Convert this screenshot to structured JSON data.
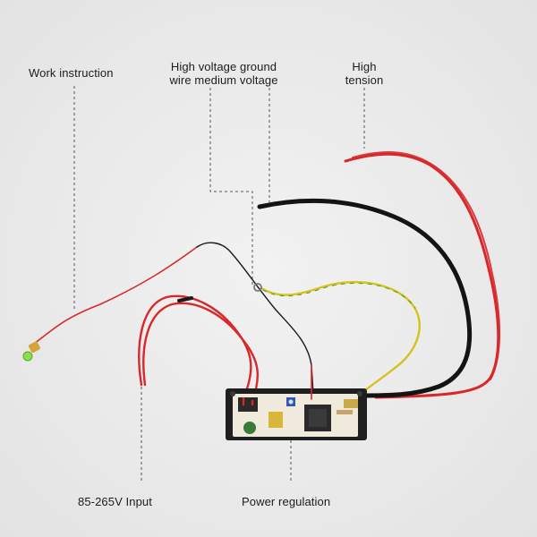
{
  "labels": {
    "work_instruction": "Work instruction",
    "high_voltage_ground": "High voltage ground\nwire medium voltage",
    "high_tension": "High\ntension",
    "input": "85-265V Input",
    "power_regulation": "Power regulation"
  },
  "colors": {
    "background": "#ebebeb",
    "leader_line": "#555555",
    "red_wire": "#d8282b",
    "black_wire": "#141414",
    "ground_wire_yellow": "#d6c21c",
    "ground_wire_green": "#4f9a2e",
    "thin_wire": "#2a2a2a",
    "pcb": "#efeadb",
    "case": "#1f1f1f",
    "led": "#8ae04a"
  }
}
